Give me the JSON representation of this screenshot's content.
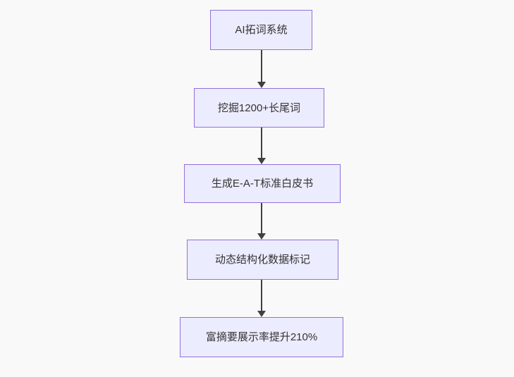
{
  "diagram": {
    "type": "flowchart",
    "direction": "top-down",
    "nodes": [
      {
        "label": "AI拓词系统"
      },
      {
        "label": "挖掘1200+长尾词"
      },
      {
        "label": "生成E-A-T标准白皮书"
      },
      {
        "label": "动态结构化数据标记"
      },
      {
        "label": "富摘要展示率提升210%"
      }
    ],
    "edges": [
      {
        "from_index": 0,
        "to_index": 1,
        "style": "arrow-down"
      },
      {
        "from_index": 1,
        "to_index": 2,
        "style": "arrow-down"
      },
      {
        "from_index": 2,
        "to_index": 3,
        "style": "arrow-down"
      },
      {
        "from_index": 3,
        "to_index": 4,
        "style": "arrow-down"
      }
    ],
    "colors": {
      "node_fill": "#ECECFF",
      "node_border": "#9370DB",
      "node_text": "#333333",
      "edge": "#404040",
      "background": "#f9f9f9"
    }
  }
}
